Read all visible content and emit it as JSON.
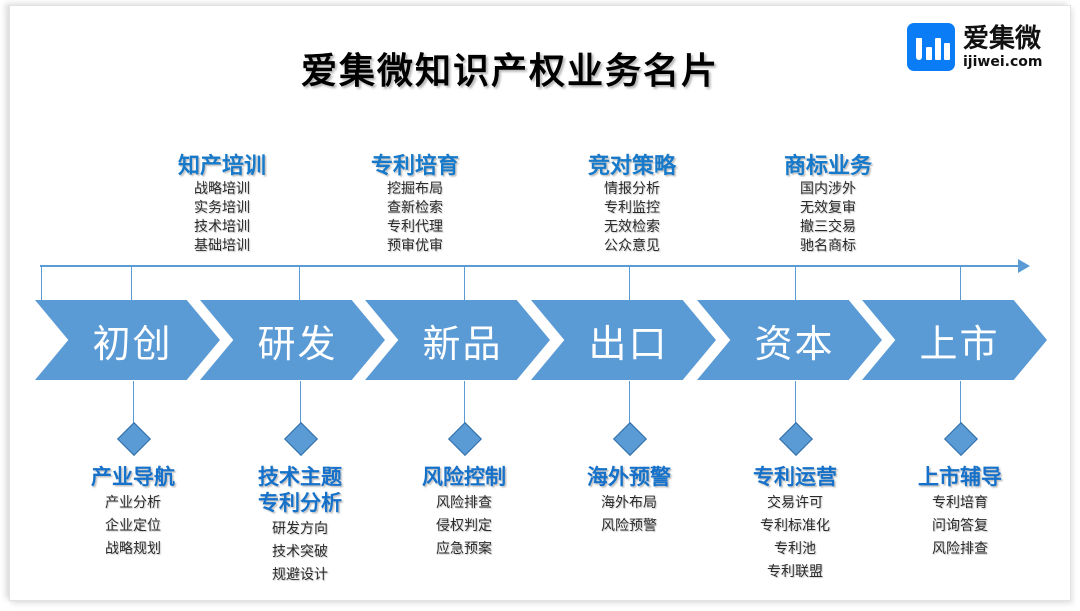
{
  "slide": {
    "title": "爱集微知识产权业务名片",
    "background_color": "#FFFFFF",
    "accent_color": "#5B9BD5",
    "heading_color": "#1679CA"
  },
  "logo": {
    "mark_icon": "bar-chart-icon",
    "mark_color": "#0A7CF5",
    "name_cn": "爱集微",
    "name_en": "ijiwei.com"
  },
  "top_groups": [
    {
      "title": "知产培训",
      "items": [
        "战略培训",
        "实务培训",
        "技术培训",
        "基础培训"
      ]
    },
    {
      "title": "专利培育",
      "items": [
        "挖掘布局",
        "查新检索",
        "专利代理",
        "预审优审"
      ]
    },
    {
      "title": "竞对策略",
      "items": [
        "情报分析",
        "专利监控",
        "无效检索",
        "公众意见"
      ]
    },
    {
      "title": "商标业务",
      "items": [
        "国内涉外",
        "无效复审",
        "撤三交易",
        "驰名商标"
      ]
    }
  ],
  "stages": [
    {
      "label": "初创"
    },
    {
      "label": "研发"
    },
    {
      "label": "新品"
    },
    {
      "label": "出口"
    },
    {
      "label": "资本"
    },
    {
      "label": "上市"
    }
  ],
  "bottom_groups": [
    {
      "title_lines": [
        "产业导航"
      ],
      "items": [
        "产业分析",
        "企业定位",
        "战略规划"
      ]
    },
    {
      "title_lines": [
        "技术主题",
        "专利分析"
      ],
      "items": [
        "研发方向",
        "技术突破",
        "规避设计"
      ]
    },
    {
      "title_lines": [
        "风险控制"
      ],
      "items": [
        "风险排查",
        "侵权判定",
        "应急预案"
      ]
    },
    {
      "title_lines": [
        "海外预警"
      ],
      "items": [
        "海外布局",
        "风险预警"
      ]
    },
    {
      "title_lines": [
        "专利运营"
      ],
      "items": [
        "交易许可",
        "专利标准化",
        "专利池",
        "专利联盟"
      ]
    },
    {
      "title_lines": [
        "上市辅导"
      ],
      "items": [
        "专利培育",
        "问询答复",
        "风险排查"
      ]
    }
  ]
}
